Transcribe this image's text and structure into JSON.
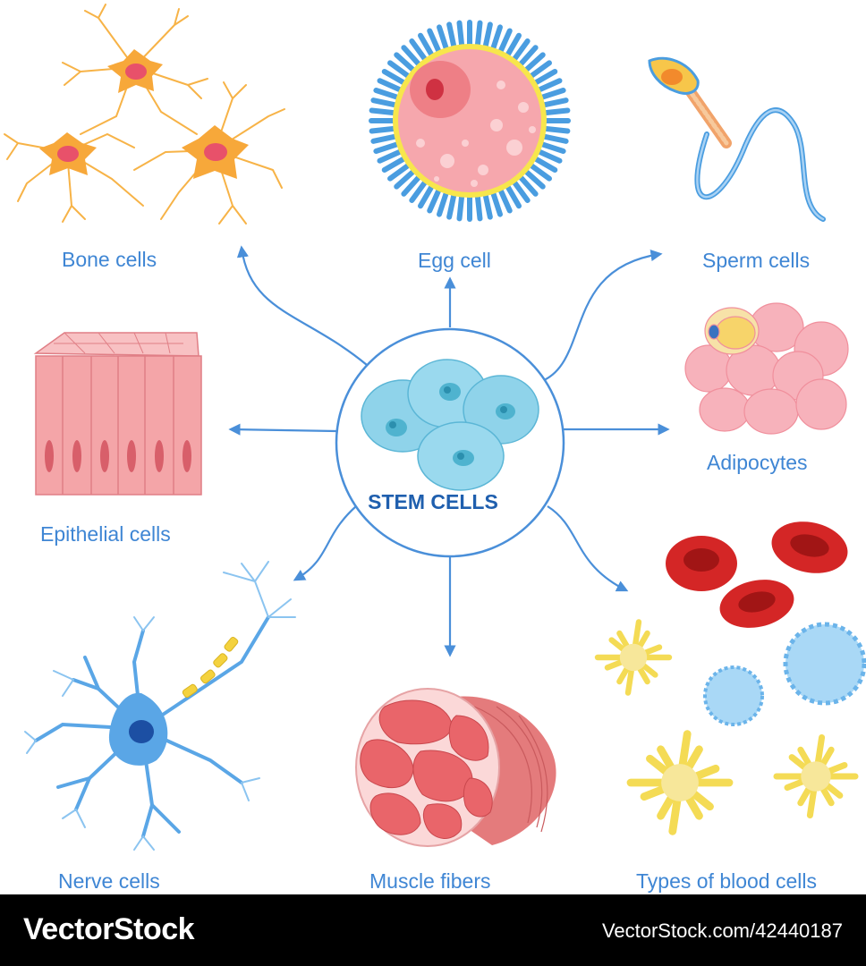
{
  "center": {
    "title": "STEM CELLS"
  },
  "labels": {
    "bone": "Bone cells",
    "egg": "Egg cell",
    "sperm": "Sperm cells",
    "epithelial": "Epithelial cells",
    "adipocytes": "Adipocytes",
    "nerve": "Nerve cells",
    "muscle": "Muscle fibers",
    "blood": "Types of blood  cells"
  },
  "footer": {
    "brand": "VectorStock",
    "image_id": "VectorStock.com/42440187"
  },
  "colors": {
    "label_blue": "#3f86d4",
    "title_blue": "#1f5fae",
    "arrow_blue": "#4a8fd9",
    "stem_cell": "#8fd3ea",
    "bone_cell": "#f7a83a",
    "egg_cell": "#f6a7ad",
    "egg_corona": "#4a9de0",
    "epithelial": "#f4a5a8",
    "adipocyte": "#f7b2bb",
    "nerve_cell": "#5aa6e6",
    "myelin": "#f4d23e",
    "muscle": "#e47b7c",
    "red_blood_cell": "#d42626",
    "platelet": "#f4db55",
    "white_blood_cell": "#a9d8f6"
  }
}
